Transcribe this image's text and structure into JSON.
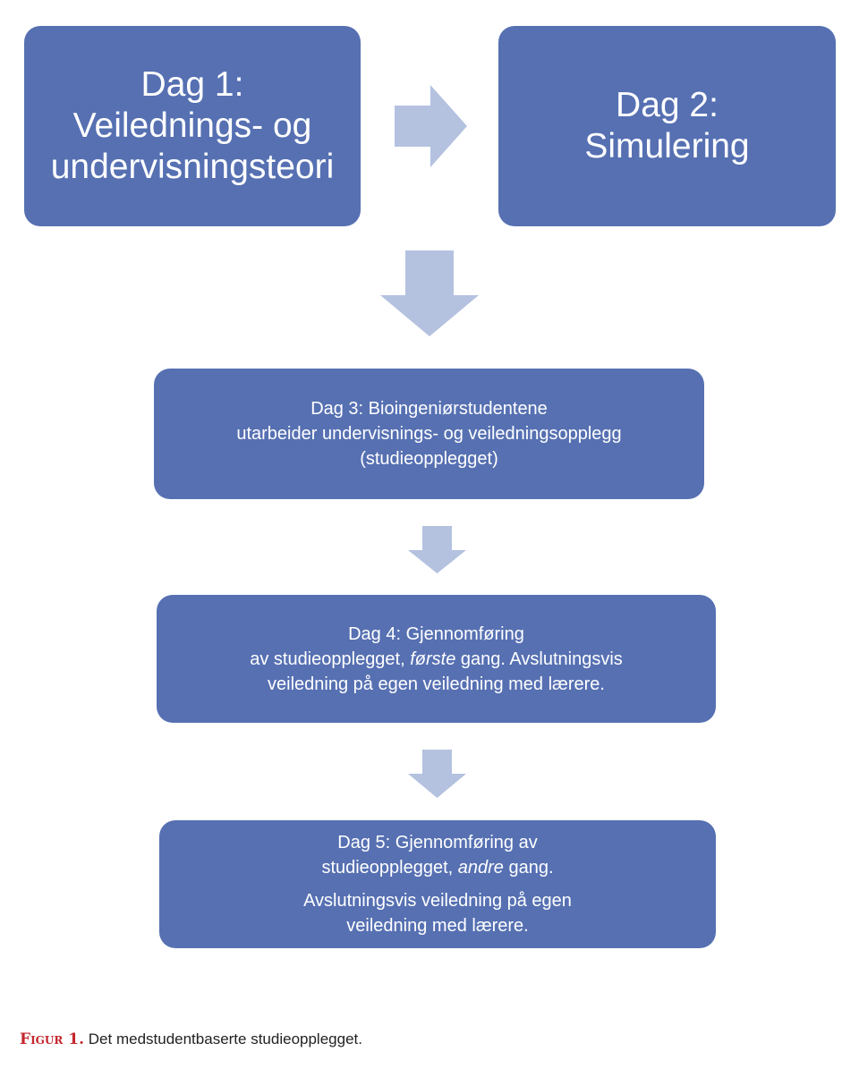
{
  "colors": {
    "box": "#5670b2",
    "arrow": "#b4c2e0",
    "caption_label": "#c4262c"
  },
  "boxes": {
    "day1": {
      "lines": [
        "Dag 1:",
        "Veilednings- og",
        "undervisningsteori"
      ]
    },
    "day2": {
      "lines": [
        "Dag 2:",
        "Simulering"
      ]
    },
    "day3": {
      "lines": [
        "Dag 3: Bioingeniørstudentene",
        "utarbeider undervisnings- og veiledningsopplegg",
        "(studieopplegget)"
      ]
    },
    "day4": {
      "line1": "Dag 4: Gjennomføring",
      "line2_pre": "av studieopplegget, ",
      "line2_italic": "første",
      "line2_post": " gang. Avslutningsvis",
      "line3": "veiledning på egen veiledning med lærere."
    },
    "day5": {
      "line1": "Dag 5: Gjennomføring av",
      "line2_pre": "studieopplegget, ",
      "line2_italic": "andre",
      "line2_post": " gang.",
      "line3": "Avslutningsvis veiledning på egen",
      "line4": "veiledning med lærere."
    }
  },
  "caption": {
    "label": "Figur 1.",
    "text": " Det medstudentbaserte studieopplegget."
  }
}
